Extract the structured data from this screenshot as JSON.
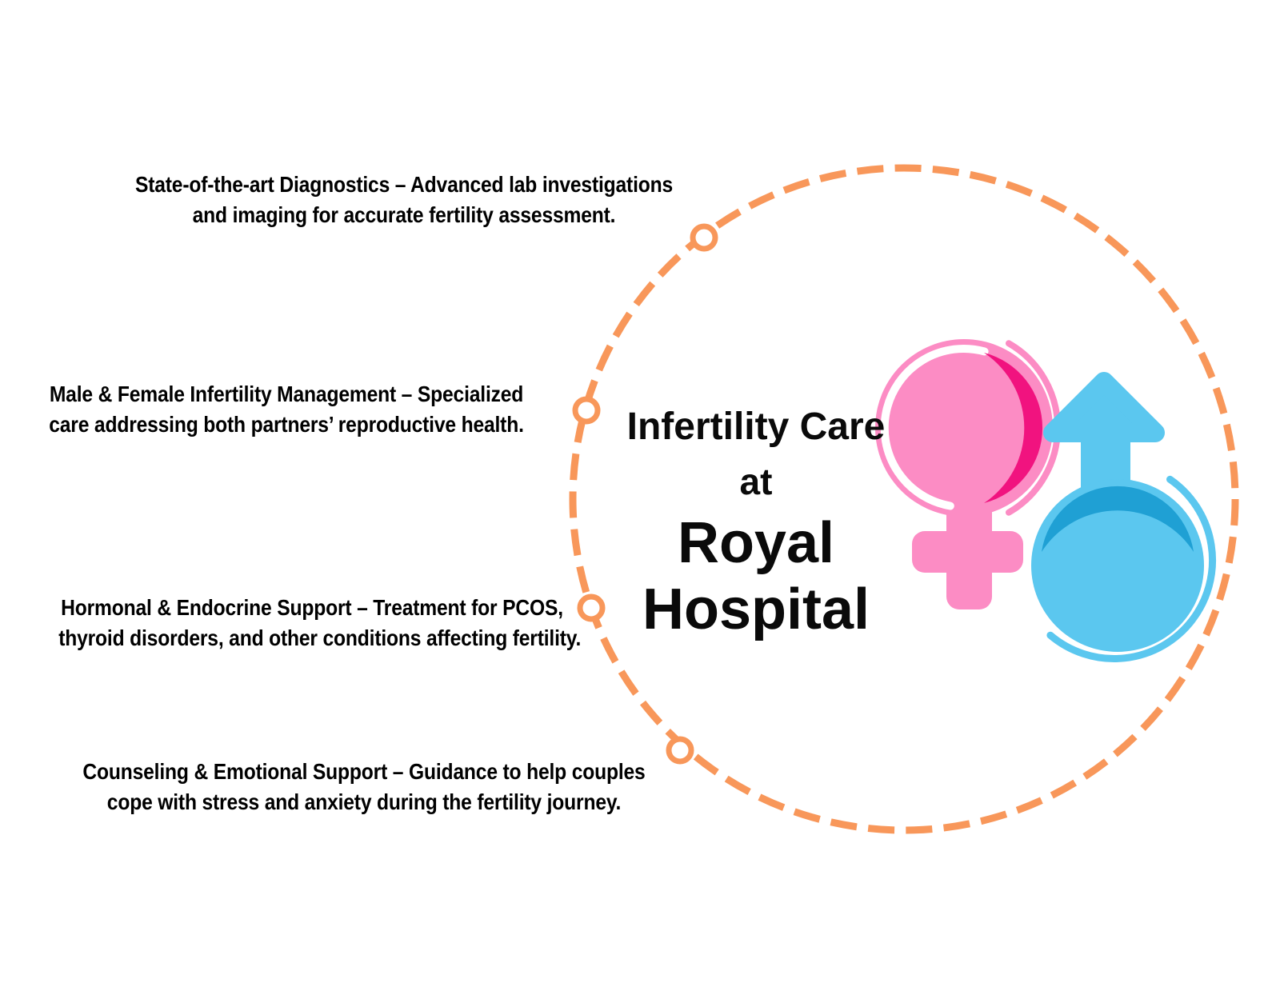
{
  "title": {
    "line1": "Infertility Care",
    "line2": "at",
    "line3": "Royal",
    "line4": "Hospital"
  },
  "items": [
    {
      "line1": "State-of-the-art Diagnostics – Advanced lab investigations",
      "line2": "and imaging for accurate fertility assessment."
    },
    {
      "line1": "Male & Female Infertility Management – Specialized",
      "line2": "care addressing both partners’ reproductive health."
    },
    {
      "line1": "Hormonal & Endocrine Support – Treatment for PCOS,",
      "line2": "thyroid disorders, and other conditions affecting fertility."
    },
    {
      "line1": "Counseling & Emotional Support – Guidance to help couples",
      "line2": "cope with stress and anxiety during the fertility journey."
    }
  ],
  "icons": {
    "female": "female-gender-icon",
    "male": "male-gender-icon",
    "connector_dot": "circle-marker-icon"
  },
  "colors": {
    "orange": "#F8975A",
    "pink": "#FC8CC4",
    "magenta": "#F1137F",
    "blue": "#5BC7EF",
    "dark_blue": "#1FA0D4",
    "white": "#FFFFFF",
    "text": "#000000",
    "background": "#FFFFFF"
  }
}
